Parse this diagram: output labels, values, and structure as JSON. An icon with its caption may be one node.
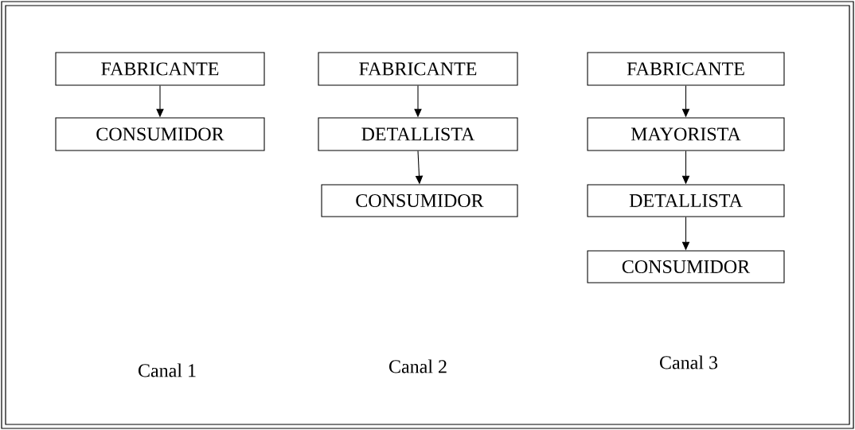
{
  "diagram": {
    "nodes": [
      {
        "text": [
          "FABRICANTE"
        ]
      },
      {
        "text": [
          "CONSUMIDOR"
        ]
      },
      {
        "text": [
          "FABRICANTE"
        ]
      },
      {
        "text": [
          "DETALLISTA"
        ]
      },
      {
        "text": [
          "CONSUMIDOR"
        ]
      },
      {
        "text": [
          "FABRICANTE"
        ]
      },
      {
        "text": [
          "MAYORISTA"
        ]
      },
      {
        "text": [
          "DETALLISTA"
        ]
      },
      {
        "text": [
          "CONSUMIDOR"
        ]
      }
    ],
    "edges": [
      {
        "from": 0,
        "to": 1,
        "arrow": "to"
      },
      {
        "from": 2,
        "to": 3,
        "arrow": "to"
      },
      {
        "from": 3,
        "to": 4,
        "arrow": "to"
      },
      {
        "from": 5,
        "to": 6,
        "arrow": "to"
      },
      {
        "from": 6,
        "to": 7,
        "arrow": "to"
      },
      {
        "from": 7,
        "to": 8,
        "arrow": "to"
      }
    ],
    "labels": [
      "Canal 1",
      "Canal 2",
      "Canal 3"
    ]
  }
}
